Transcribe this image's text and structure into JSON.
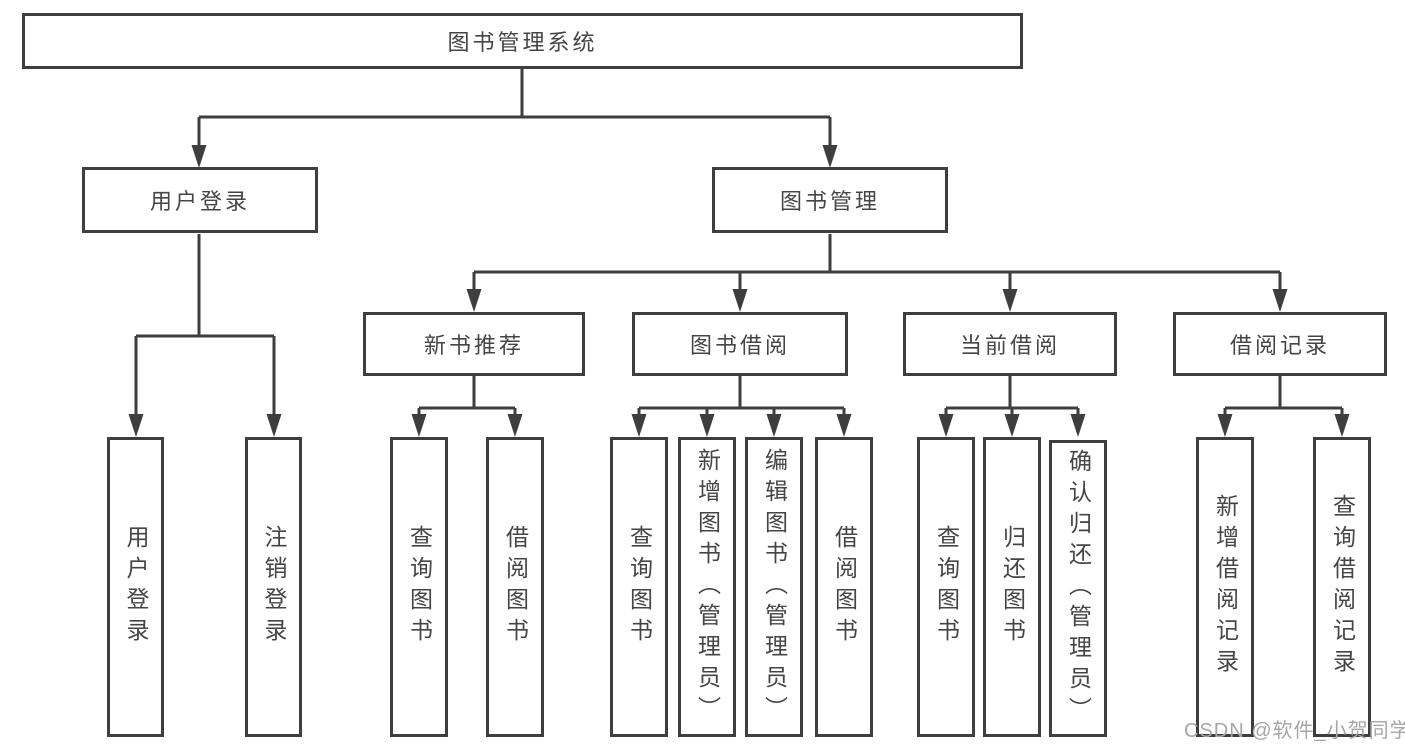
{
  "diagram": {
    "root": {
      "label": "图书管理系统",
      "children": [
        {
          "label": "用户登录",
          "children": [
            {
              "label": "用户登录"
            },
            {
              "label": "注销登录"
            }
          ]
        },
        {
          "label": "图书管理",
          "children": [
            {
              "label": "新书推荐",
              "children": [
                {
                  "label": "查询图书"
                },
                {
                  "label": "借阅图书"
                }
              ]
            },
            {
              "label": "图书借阅",
              "children": [
                {
                  "label": "查询图书"
                },
                {
                  "label": "新增图书（管理员）"
                },
                {
                  "label": "编辑图书（管理员）"
                },
                {
                  "label": "借阅图书"
                }
              ]
            },
            {
              "label": "当前借阅",
              "children": [
                {
                  "label": "查询图书"
                },
                {
                  "label": "归还图书"
                },
                {
                  "label": "确认归还（管理员）"
                }
              ]
            },
            {
              "label": "借阅记录",
              "children": [
                {
                  "label": "新增借阅记录"
                },
                {
                  "label": "查询借阅记录"
                }
              ]
            }
          ]
        }
      ]
    },
    "colors": {
      "line": "#3e3e3e",
      "text": "#454545",
      "watermark_text": "#a6a6a6",
      "background": "#ffffff"
    }
  },
  "watermark": {
    "text": "CSDN @软件_小贺同学"
  }
}
